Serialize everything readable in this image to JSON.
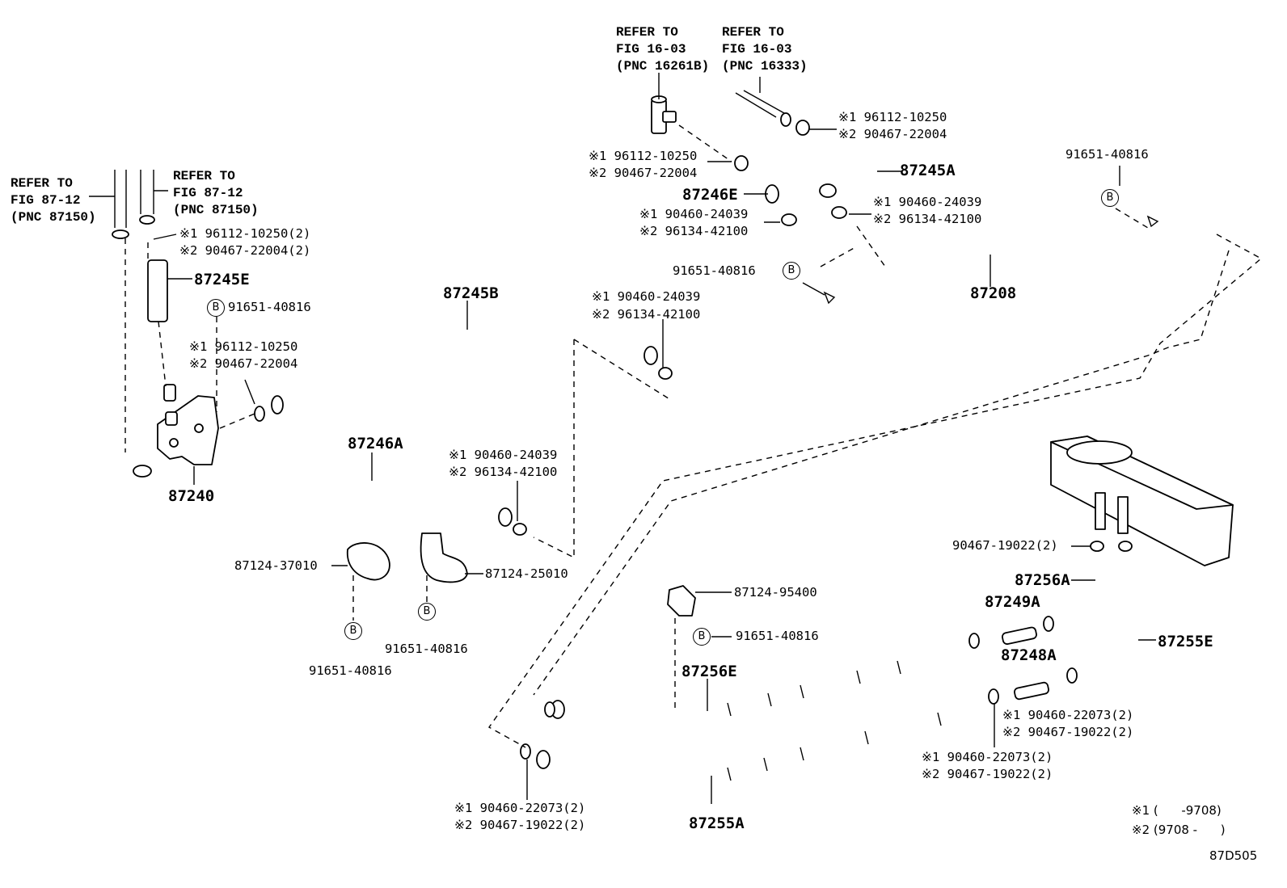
{
  "refs": {
    "fig8712_left": "REFER TO\nFIG 87-12\n(PNC 87150)",
    "fig8712_right": "REFER TO\nFIG 87-12\n(PNC 87150)",
    "fig1603_a": "REFER TO\nFIG 16-03\n(PNC 16261B)",
    "fig1603_b": "REFER TO\nFIG 16-03\n(PNC 16333)"
  },
  "parts": {
    "p87245E": "87245E",
    "p87245B": "87245B",
    "p87245A": "87245A",
    "p87246E": "87246E",
    "p87246A": "87246A",
    "p87240": "87240",
    "p87208": "87208",
    "p87256A": "87256A",
    "p87249A": "87249A",
    "p87248A": "87248A",
    "p87255E": "87255E",
    "p87256E": "87256E",
    "p87255A": "87255A"
  },
  "fasteners": {
    "tl_1": "※1 96112-10250(2)",
    "tl_2": "※2 90467-22004(2)",
    "ml_1": "※1 96112-10250",
    "ml_2": "※2 90467-22004",
    "tc_1": "※1 96112-10250",
    "tc_2": "※2 90467-22004",
    "tr_1": "※1 96112-10250",
    "tr_2": "※2 90467-22004",
    "hc_1": "※1 90460-24039",
    "hc_2": "※2 96134-42100",
    "rc_1": "※1  90460-24039",
    "rc_2": "※2  96134-42100",
    "cc_1": "※1 90460-24039",
    "cc_2": "※2 96134-42100",
    "ac_1": "※1 90460-24039",
    "ac_2": "※2 96134-42100",
    "rr_1": "※1 90460-22073(2)",
    "rr_2": "※2 90467-19022(2)",
    "mr_1": "※1 90460-22073(2)",
    "mr_2": "※2 90467-19022(2)",
    "bl_1": "※1 90460-22073(2)",
    "bl_2": "※2 90467-19022(2)",
    "clip_upper": "90467-19022(2)"
  },
  "brackets": {
    "b1": "91651-40816",
    "b2": "91651-40816",
    "b3": "91651-40816",
    "b4": "91651-40816",
    "b5": "91651-40816",
    "b6": "91651-40816",
    "c37010": "87124-37010",
    "c25010": "87124-25010",
    "c95400": "87124-95400"
  },
  "circle_letter": "B",
  "footnote": {
    "n1": "※1 (      -9708)",
    "n2": "※2 (9708 -      )"
  },
  "diagram_code": "87D505"
}
